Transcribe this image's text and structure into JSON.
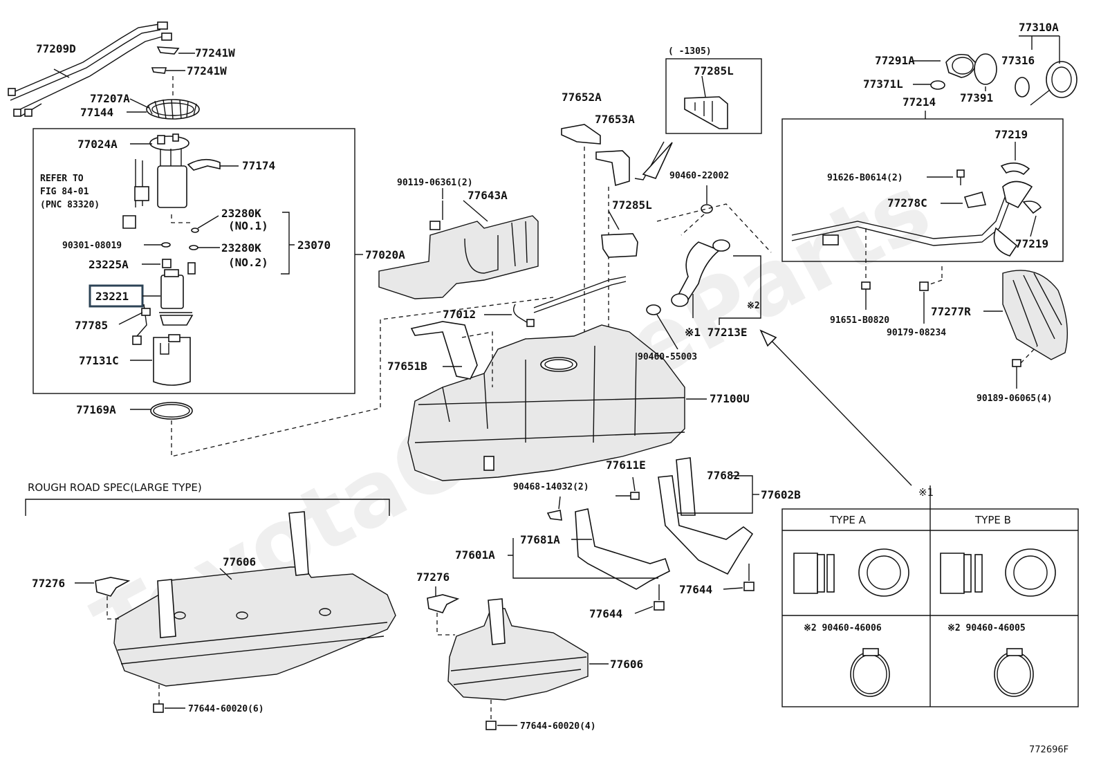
{
  "watermark": "ToyotaOnlineParts",
  "figure_id": "772696F",
  "pump_box": {
    "refer_line1": "REFER TO",
    "refer_line2": "FIG 84-01",
    "refer_line3": "(PNC 83320)"
  },
  "top_box_note": "(   -1305)",
  "rough_road_title": "ROUGH ROAD SPEC(LARGE TYPE)",
  "legend": {
    "type_a": "TYPE A",
    "type_b": "TYPE B",
    "ref1": "※1",
    "clamp_a": "※2 90460-46006",
    "clamp_b": "※2 90460-46005"
  },
  "labels": {
    "p77209D": "77209D",
    "p77241W_1": "77241W",
    "p77241W_2": "77241W",
    "p77207A": "77207A",
    "p77144": "77144",
    "p77024A": "77024A",
    "p77174": "77174",
    "p23280K_1": "23280K",
    "no1": "(NO.1)",
    "p90301": "90301-08019",
    "p23280K_2": "23280K",
    "no2": "(NO.2)",
    "p23070": "23070",
    "p23225A": "23225A",
    "p23221": "23221",
    "p77785": "77785",
    "p77131C": "77131C",
    "p77169A": "77169A",
    "p77020A": "77020A",
    "p90119": "90119-06361(2)",
    "p77643A": "77643A",
    "p77652A": "77652A",
    "p77653A": "77653A",
    "p77285L_1": "77285L",
    "p77285L_2": "77285L",
    "p90460_22002": "90460-22002",
    "p77012": "77012",
    "p77651B": "77651B",
    "p77213E": "※1 77213E",
    "star2": "※2",
    "p90460_55003": "90460-55003",
    "p77100U": "77100U",
    "p77310A": "77310A",
    "p77291A": "77291A",
    "p77316": "77316",
    "p77371L": "77371L",
    "p77391": "77391",
    "p77214": "77214",
    "p77219_1": "77219",
    "p91626": "91626-B0614(2)",
    "p77278C": "77278C",
    "p77219_2": "77219",
    "p91651": "91651-B0820",
    "p77277R": "77277R",
    "p90179": "90179-08234",
    "p90189": "90189-06065(4)",
    "p77611E": "77611E",
    "p90468": "90468-14032(2)",
    "p77682": "77682",
    "p77602B": "77602B",
    "p77681A": "77681A",
    "p77601A": "77601A",
    "p77644_1": "77644",
    "p77644_2": "77644",
    "p77276_1": "77276",
    "p77606_1": "77606",
    "p77276_2": "77276",
    "p77606_2": "77606",
    "p77644_60020_6": "77644-60020(6)",
    "p77644_60020_4": "77644-60020(4)"
  },
  "colors": {
    "highlight": "#2c4356",
    "ink": "#111111"
  }
}
